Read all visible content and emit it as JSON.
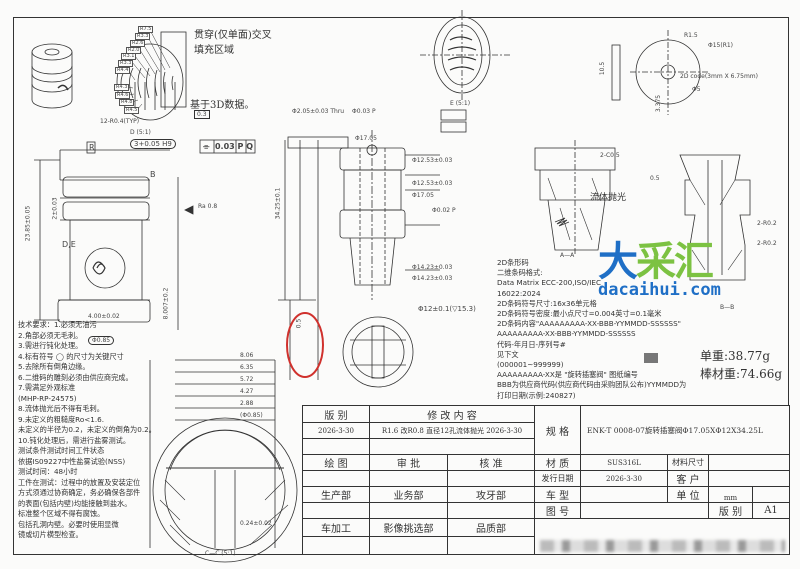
{
  "drawing": {
    "annotation_top": [
      "贯穿(仅单面)交叉",
      "填充区域"
    ],
    "annotation_3d": "基于3D数据。",
    "radii_labels": [
      "R7.5",
      "R3.3",
      "R2.6",
      "R2.0",
      "R3.1",
      "R3.3",
      "R4.4",
      "R4.3",
      "R4.6",
      "R4.8",
      "R4.5"
    ],
    "fillet_label": "12-R0.4(TYP)",
    "profile_tol": "0.3",
    "view_d_label": "D (5:1)",
    "slot_dim": "3+0.05 H9",
    "gdt_frame": [
      "⌯",
      "0.03",
      "P",
      "Q"
    ],
    "datum_r": "R",
    "datum_b": "B",
    "section_de": "D,E",
    "view_e_label": "E (5:1)",
    "view_aa_label": "A—A",
    "view_bb_label": "B—B",
    "view_cc_label": "C—C (5:1)",
    "hole_label": "Φ12±0.1(▽15.3)",
    "polish_label": "流体抛光",
    "datamatrix_label": "2D code(3mm X 6.75mm)",
    "dims_main": [
      "Φ2.05±0.03 Thru",
      "Φ0.03 P",
      "Φ17.05",
      "Φ12.53±0.03",
      "Φ12.53±0.03",
      "Φ17.05",
      "Φ0.02 P",
      "Φ14.23±0.03",
      "Φ14.23±0.03",
      "34.25±0.1",
      "23.85±0.05",
      "4.00±0.02",
      "8.007±0.2",
      "Φ0.85",
      "2±0.03",
      "Ra 0.8",
      "0.5"
    ],
    "dims_right": [
      "R1.5",
      "Φ15(R1)",
      "10.5",
      "3.375",
      "Φ5",
      "2-C0.5",
      "2-R0.2",
      "2-R0.2",
      "0.5"
    ],
    "dims_cc": [
      "8.06",
      "6.35",
      "5.72",
      "4.27",
      "2.88",
      "(Φ0.85)",
      "0.24±0.02"
    ]
  },
  "requirements": [
    "技术要求：1.必须无油污",
    "2.角部必须无毛刺。",
    "3.需进行钝化处理。",
    "4.标有符号 ◯ 的尺寸为关键尺寸",
    "5.去除所有倒角边缘。",
    "6.二维码的雕刻必须由供应商完成。",
    "7.需满足外观标准",
    "(MHP-RP-24575)",
    "8.流体抛光后不得有毛刺。",
    "9.未定义的粗糙度Ro<1.6.",
    "未定义的半径为0.2，未定义的倒角为0.2。",
    "10.钝化处理后，需进行盐雾测试。",
    "测试条件测试时间工件状态",
    "依据IS09227中性盐雾试验(NSS)",
    "测试时间：48小时",
    "工件在测试：过程中的放置及安装定位",
    "方式须通过协商确定，务必确保各部件",
    "的表面(包括内壁)均能接触到盐水。",
    "标准整个区域不得有腐蚀。",
    "包括孔洞内壁。必要时使用显微",
    "镜或切片横型检查。"
  ],
  "barcode_spec": [
    "2D条形码",
    "二维条码格式:",
    "Data Matrix ECC-200,ISO/IEC",
    "  16022:2024",
    "2D条码符号尺寸:16x36单元格",
    "2D条码符号密度:最小点尺寸=0.004英寸=0.1毫米",
    "2D条码内容\"AAAAAAAAA-XX-BBB-YYMMDD-SSSSSS\"",
    "AAAAAAAAA-XX-BBB-YYMMDD-SSSSSS",
    "代码-年月日-序列号#",
    "见下文",
    "(000001~999999)",
    "AAAAAAAAA-XX是 \"旋转插塞阀\" 图纸编号",
    "BBB为供应商代码(供应商代码由采购团队公布)YYMMDD为",
    "打印日期(示例:240827)"
  ],
  "weights": {
    "unit_weight": "单重:38.77g",
    "bar_weight": "棒材重:74.66g"
  },
  "watermark": {
    "text": "大采汇",
    "url": "dacaihui.com",
    "colors": {
      "blue": "#1f6fc6",
      "green": "#7cc242"
    }
  },
  "title_block": {
    "rev_header": "版  别",
    "change_header": "修  改  内  容",
    "rev_date": "2026-3-30",
    "change_text": "R1.6 改R0.8 直径12孔流体抛光 2026-3-30",
    "spec_label": "规  格",
    "spec_value": "ENK-T 0008-07旋转插塞阀Φ17.05XΦ12X34.25L",
    "drawn": "绘  图",
    "review": "审  批",
    "approve": "核  准",
    "material_label": "材  质",
    "material_value": "SUS316L",
    "stock_size_label": "材料尺寸",
    "issue_date_label": "发行日期",
    "issue_date_value": "2026-3-30",
    "customer_label": "客  户",
    "production": "生产部",
    "sales": "业务部",
    "tapping": "攻牙部",
    "vehicle_label": "车  型",
    "unit_label": "单  位",
    "unit_value": "mm",
    "drawing_no_label": "图  号",
    "version_label": "版 别",
    "version_value": "A1",
    "lathe": "车加工",
    "image_sort": "影像挑选部",
    "quality": "品质部"
  },
  "colors": {
    "line": "#333333",
    "markup_red": "#d0312d",
    "paper": "#fbfbfa"
  }
}
